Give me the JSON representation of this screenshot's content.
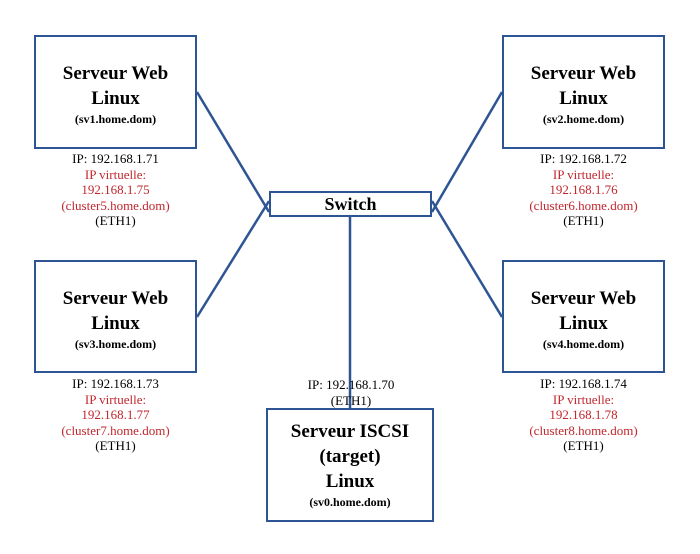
{
  "switch": {
    "label": "Switch"
  },
  "servers": [
    {
      "id": "sv1",
      "line1": "Serveur Web",
      "line2": "Linux",
      "host": "(sv1.home.dom)",
      "ip": "IP: 192.168.1.71",
      "vip_label": "IP virtuelle:",
      "vip": "192.168.1.75",
      "cluster": "(cluster5.home.dom)",
      "eth": "(ETH1)"
    },
    {
      "id": "sv2",
      "line1": "Serveur Web",
      "line2": "Linux",
      "host": "(sv2.home.dom)",
      "ip": "IP: 192.168.1.72",
      "vip_label": "IP virtuelle:",
      "vip": "192.168.1.76",
      "cluster": "(cluster6.home.dom)",
      "eth": "(ETH1)"
    },
    {
      "id": "sv3",
      "line1": "Serveur Web",
      "line2": "Linux",
      "host": "(sv3.home.dom)",
      "ip": "IP: 192.168.1.73",
      "vip_label": "IP virtuelle:",
      "vip": "192.168.1.77",
      "cluster": "(cluster7.home.dom)",
      "eth": "(ETH1)"
    },
    {
      "id": "sv4",
      "line1": "Serveur Web",
      "line2": "Linux",
      "host": "(sv4.home.dom)",
      "ip": "IP: 192.168.1.74",
      "vip_label": "IP virtuelle:",
      "vip": "192.168.1.78",
      "cluster": "(cluster8.home.dom)",
      "eth": "(ETH1)"
    }
  ],
  "iscsi": {
    "line1": "Serveur ISCSI",
    "line2": "(target)",
    "line3": "Linux",
    "host": "(sv0.home.dom)",
    "ip": "IP: 192.168.1.70",
    "eth": "(ETH1)"
  },
  "colors": {
    "border": "#2e5593",
    "link": "#2e5593",
    "virtual_ip": "#c0272d"
  }
}
